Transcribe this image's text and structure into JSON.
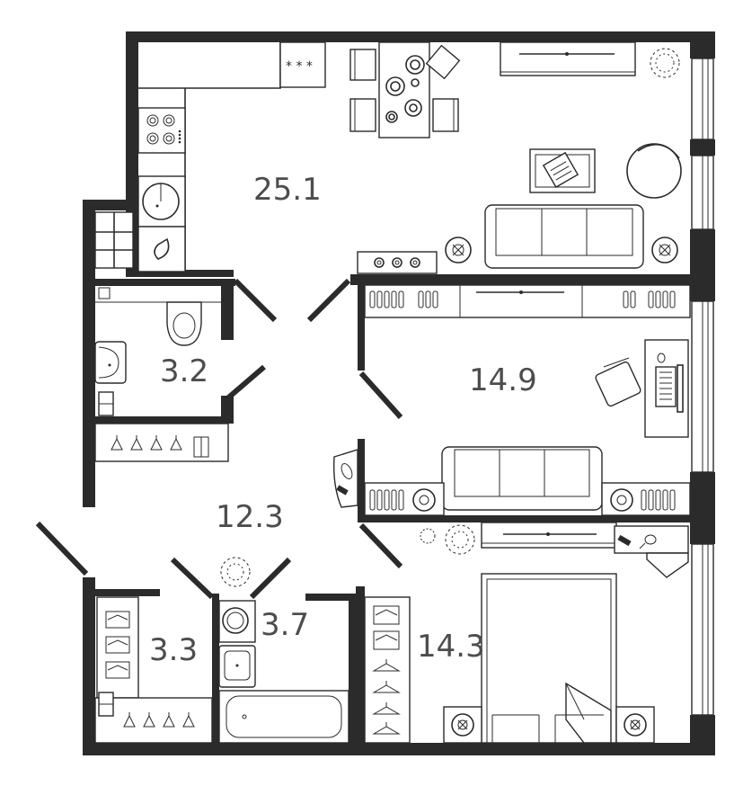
{
  "rooms": {
    "living_kitchen": {
      "area": "25.1"
    },
    "bedroom_small": {
      "area": "14.9"
    },
    "hall": {
      "area": "12.3"
    },
    "toilet": {
      "area": "3.2"
    },
    "wardrobe": {
      "area": "3.3"
    },
    "bathroom": {
      "area": "3.7"
    },
    "bedroom_main": {
      "area": "14.3"
    }
  },
  "stove_marks": "* * *",
  "colors": {
    "wall": "#2b2b2b",
    "label": "#4d4d4d",
    "background": "#ffffff"
  }
}
